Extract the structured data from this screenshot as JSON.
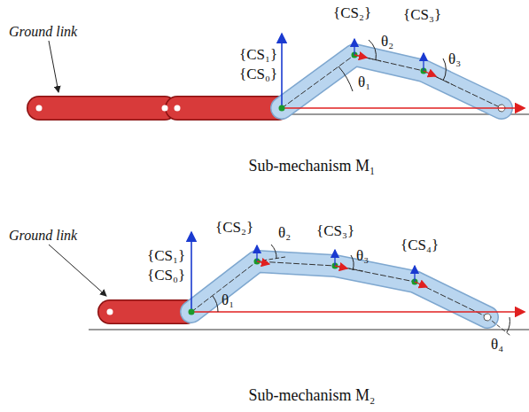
{
  "diagram": {
    "labels": [
      "Ground link",
      "{CS₁}",
      "{CS₀}",
      "{CS₂}",
      "θ₂",
      "{CS₃}",
      "θ₃",
      "θ₁",
      "Sub-mechanism M₁",
      "Ground link",
      "{CS₁}",
      "{CS₀}",
      "{CS₂}",
      "θ₂",
      "{CS₃}",
      "θ₃",
      "{CS₄}",
      "θ₁",
      "θ₄",
      "Sub-mechanism M₂"
    ]
  }
}
